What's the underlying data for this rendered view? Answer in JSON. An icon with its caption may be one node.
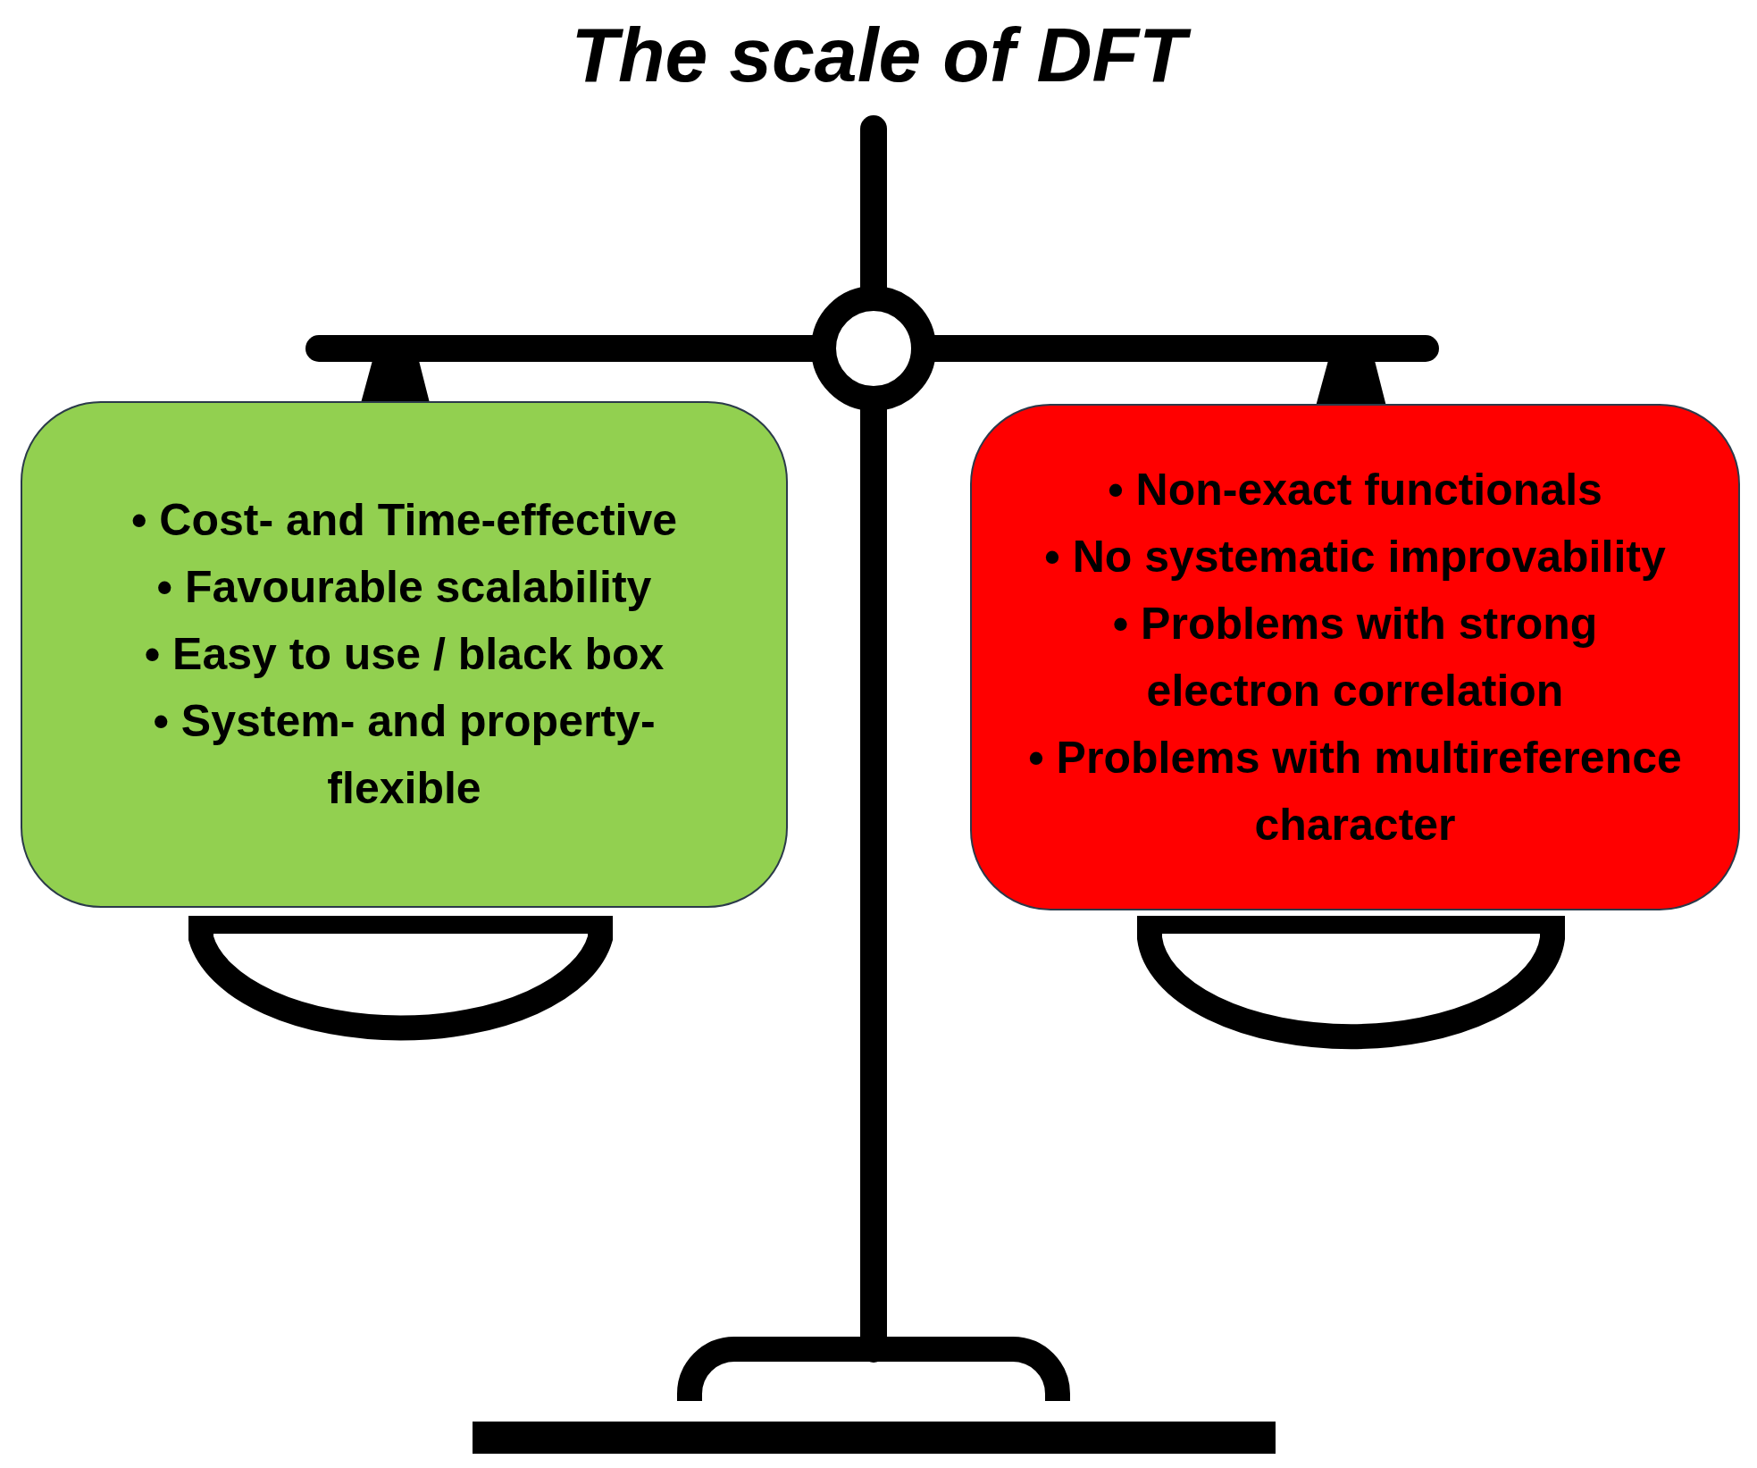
{
  "diagram": {
    "title": "The scale of DFT",
    "nodes": [
      {
        "text": [
          "• Cost- and Time-effective",
          "• Favourable scalability",
          "• Easy to use / black box",
          "• System- and property-flexible"
        ]
      },
      {
        "text": [
          "• Non-exact functionals",
          "• No systematic improvability",
          "• Problems with strong electron correlation",
          "• Problems with multireference character"
        ]
      }
    ]
  }
}
